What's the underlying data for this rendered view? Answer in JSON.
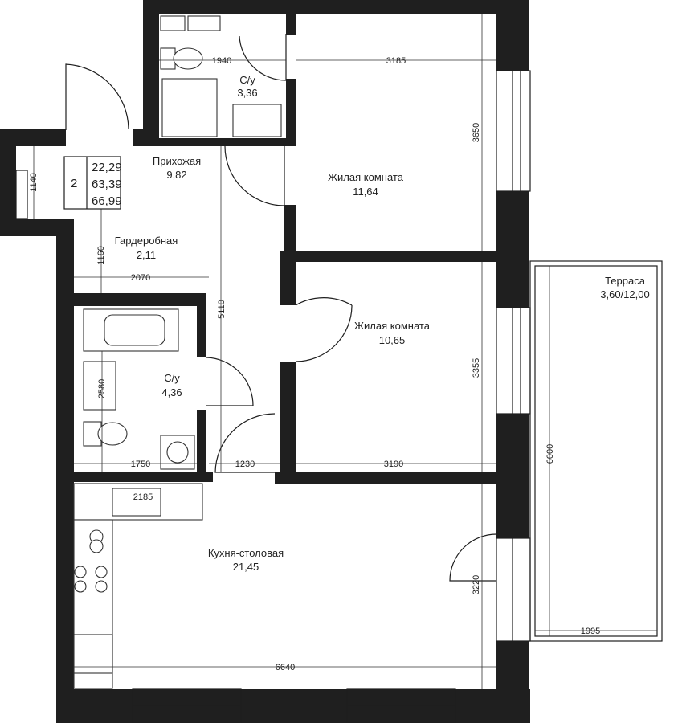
{
  "summary": {
    "rooms_count": "2",
    "areas": [
      "22,29",
      "63,39",
      "66,99"
    ]
  },
  "rooms": {
    "bath_top": {
      "name": "С/у",
      "area": "3,36"
    },
    "hall": {
      "name": "Прихожая",
      "area": "9,82"
    },
    "living_1": {
      "name": "Жилая комната",
      "area": "11,64"
    },
    "wardrobe": {
      "name": "Гардеробная",
      "area": "2,11"
    },
    "living_2": {
      "name": "Жилая комната",
      "area": "10,65"
    },
    "bath_mid": {
      "name": "С/у",
      "area": "4,36"
    },
    "terrace": {
      "name": "Терраса",
      "area": "3,60/12,00"
    },
    "kitchen": {
      "name": "Кухня-столовая",
      "area": "21,45"
    }
  },
  "dimensions": {
    "d1940": "1940",
    "d3185": "3185",
    "d3650": "3650",
    "d1140": "1140",
    "d1160": "1160",
    "d2070": "2070",
    "d5110": "5110",
    "d3355": "3355",
    "d2580": "2580",
    "d1750": "1750",
    "d1230": "1230",
    "d3190": "3190",
    "d2185": "2185",
    "d3220": "3220",
    "d6000": "6000",
    "d1995": "1995",
    "d6640": "6640"
  },
  "colors": {
    "wall": "#1f1f1f",
    "background": "#ffffff",
    "line": "#333333"
  }
}
